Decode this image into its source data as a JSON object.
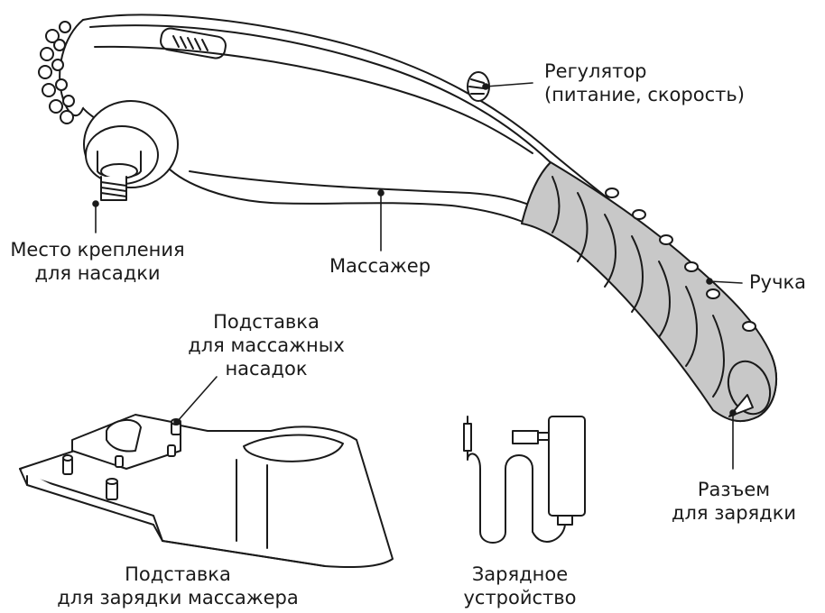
{
  "labels": {
    "regulator": [
      "Регулятор",
      "(питание, скорость)"
    ],
    "attachment_mount": [
      "Место крепления",
      "для насадки"
    ],
    "massager": [
      "Массажер"
    ],
    "handle": [
      "Ручка"
    ],
    "attachment_stand": [
      "Подставка",
      "для массажных",
      "насадок"
    ],
    "charging_port": [
      "Разъем",
      "для зарядки"
    ],
    "charging_stand": [
      "Подставка",
      "для зарядки массажера"
    ],
    "charger": [
      "Зарядное",
      "устройство"
    ]
  },
  "colors": {
    "outline": "#1a1a1a",
    "grip": "#c8c8c8",
    "background": "#ffffff"
  }
}
